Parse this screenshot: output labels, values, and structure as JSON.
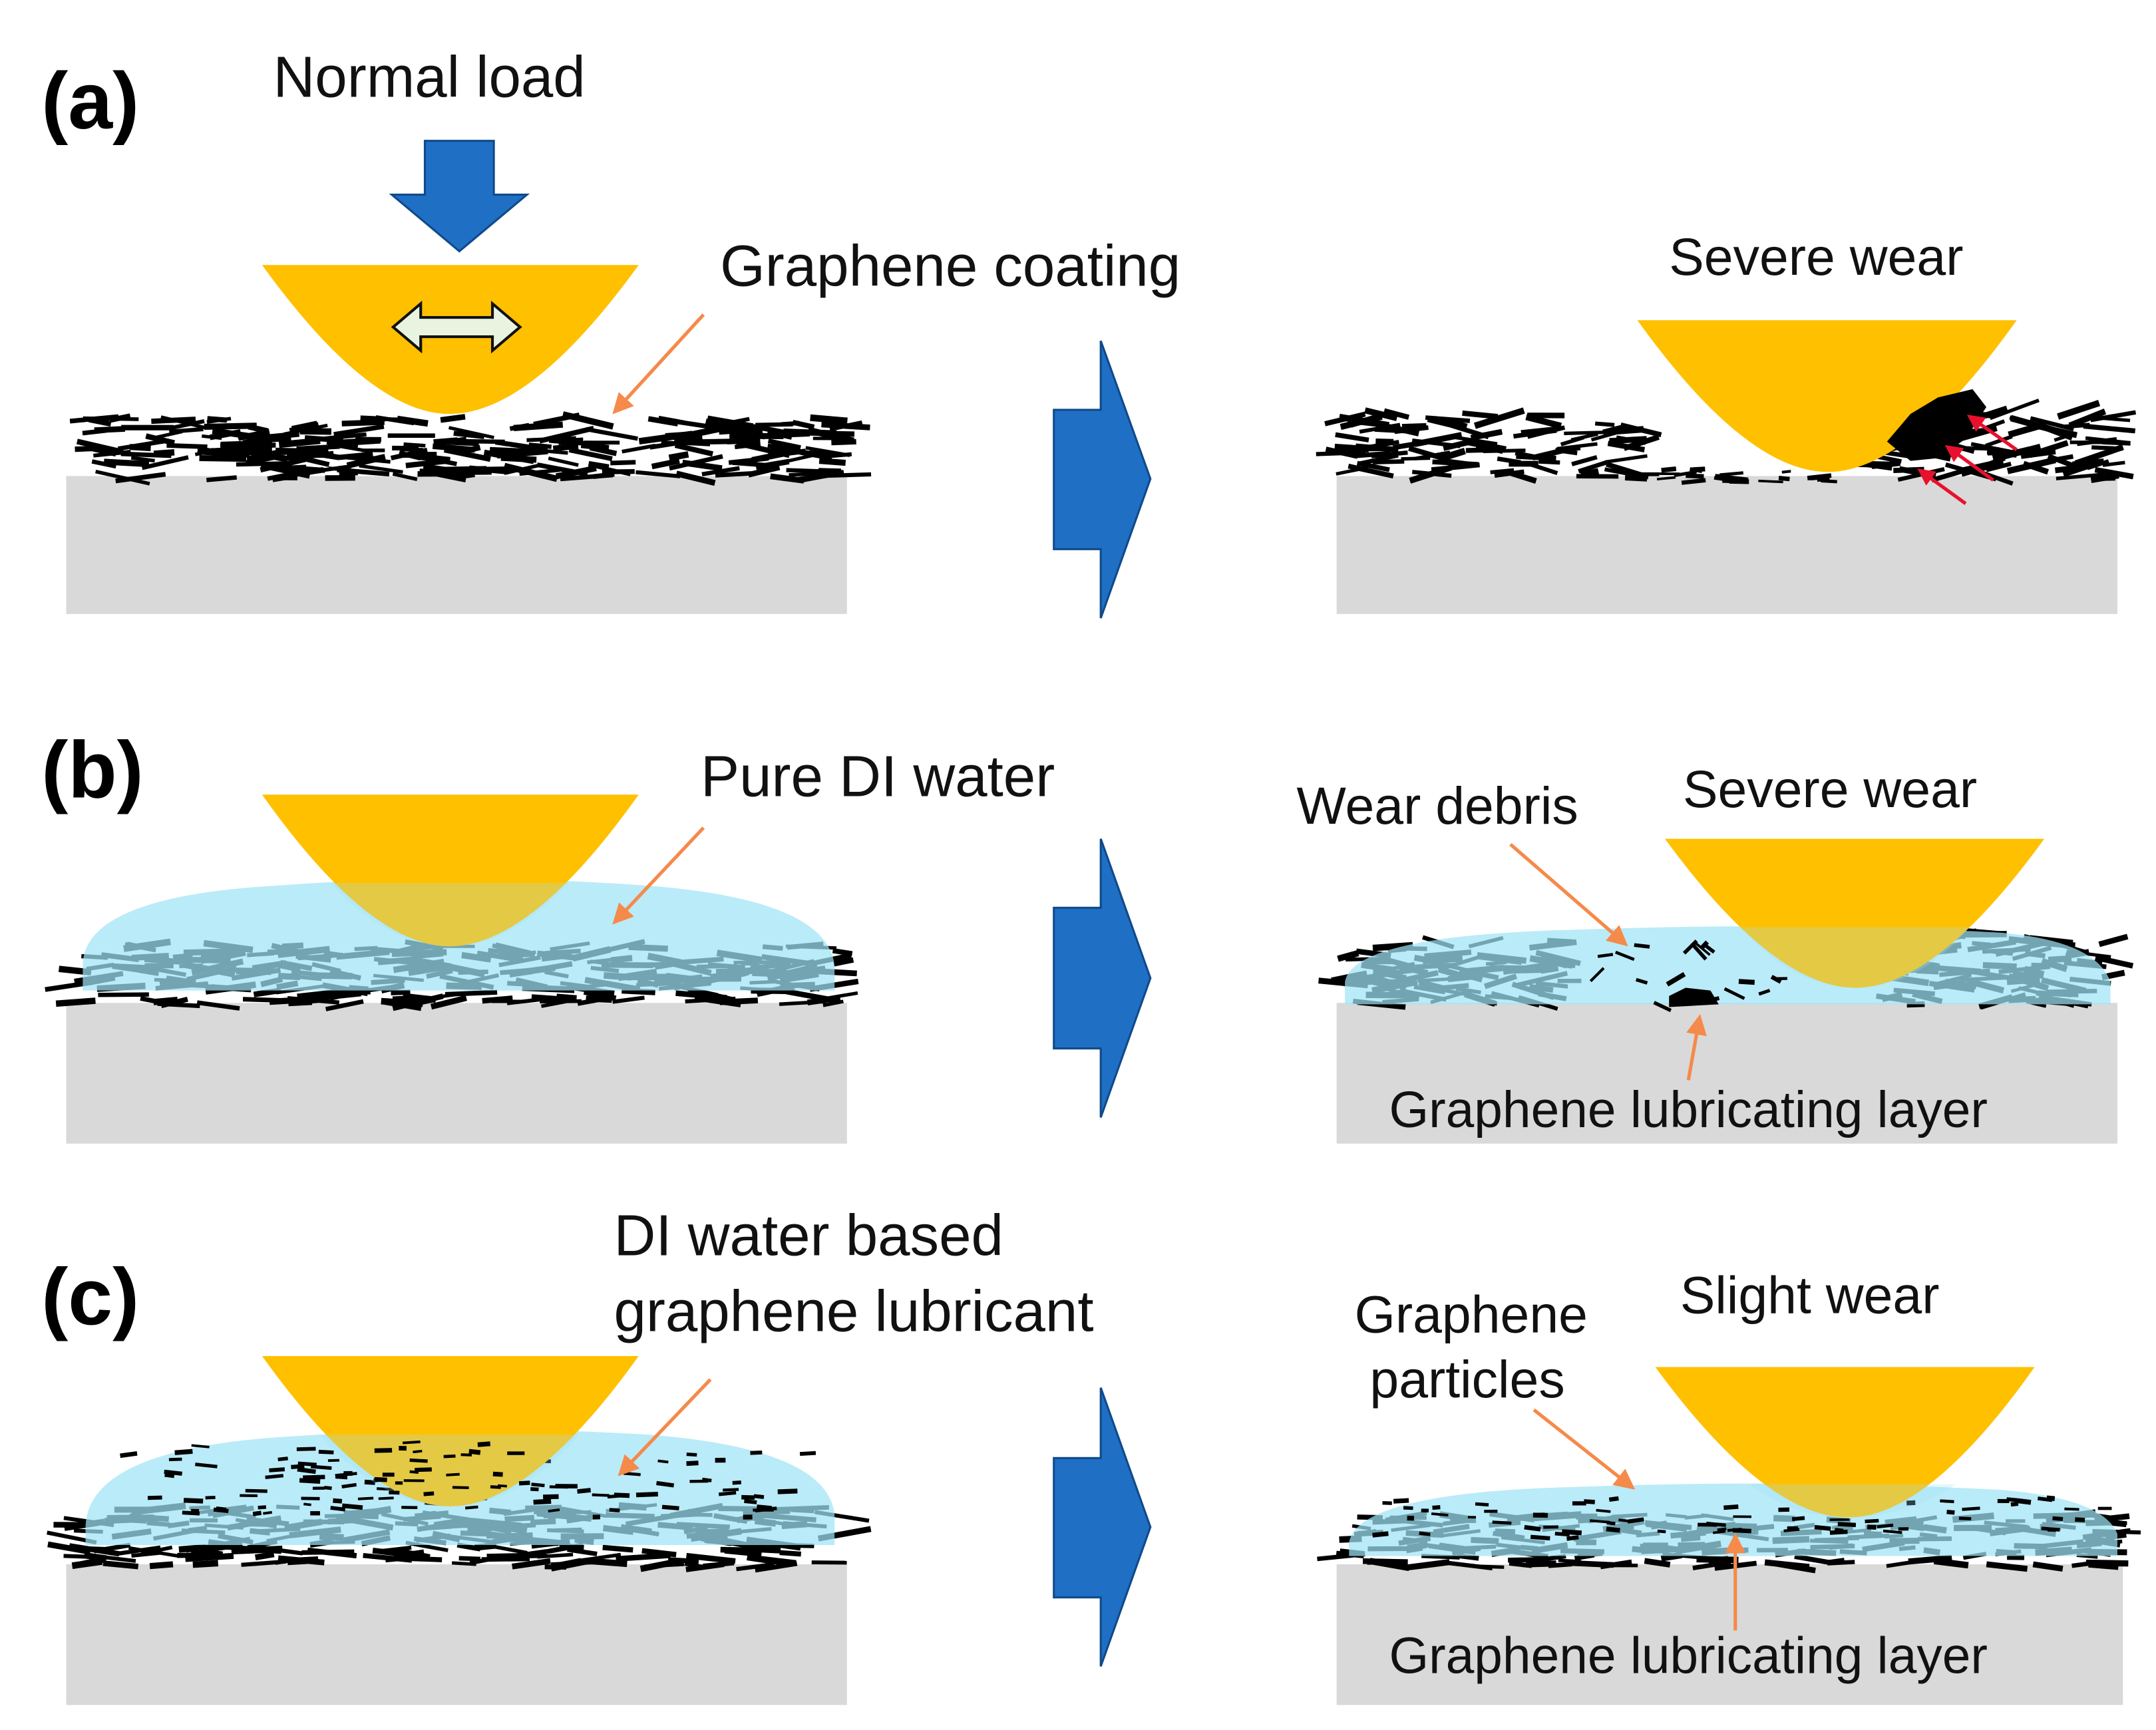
{
  "panels": [
    {
      "id": "a",
      "label": "(a)",
      "before": {
        "load_label": "Normal load",
        "annotation": "Graphene coating"
      },
      "after": {
        "wear_label": "Severe wear"
      }
    },
    {
      "id": "b",
      "label": "(b)",
      "before": {
        "annotation": "Pure DI water"
      },
      "after": {
        "debris_label": "Wear debris",
        "wear_label": "Severe wear",
        "layer_label": "Graphene lubricating layer"
      }
    },
    {
      "id": "c",
      "label": "(c)",
      "before": {
        "annotation_line1": "DI water based",
        "annotation_line2": "graphene lubricant"
      },
      "after": {
        "particles_line1": "Graphene",
        "particles_line2": "particles",
        "wear_label": "Slight wear",
        "layer_label": "Graphene lubricating layer"
      }
    }
  ],
  "colors": {
    "tip": "#FFC000",
    "substrate": "#D9D9D9",
    "water": "#9FE3F5",
    "load_arrow": "#1F6FC5",
    "process_arrow": "#1F6FC5",
    "annotation_arrow": "#F58A4A",
    "stress_arrow": "#E8112D",
    "flake": "#000000",
    "sliding_arrow": "#E8F3E0"
  },
  "icons": {
    "load_arrow": "down-arrow-icon",
    "sliding_arrow": "double-headed-arrow-icon",
    "process_arrow": "right-chevron-arrow-icon"
  }
}
